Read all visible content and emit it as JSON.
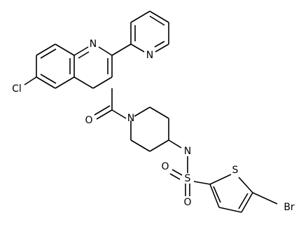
{
  "molecule": {
    "atoms": {
      "n_quinoline": "N",
      "n_pyridine": "N",
      "cl": "Cl",
      "o_carbonyl": "O",
      "n_pip_amide": "N",
      "n_pip_sulfonyl": "N",
      "s_sulfonyl": "S",
      "o_sulfonyl_top": "O",
      "o_sulfonyl_bottom": "O",
      "s_thiophene": "S",
      "br": "Br"
    }
  }
}
